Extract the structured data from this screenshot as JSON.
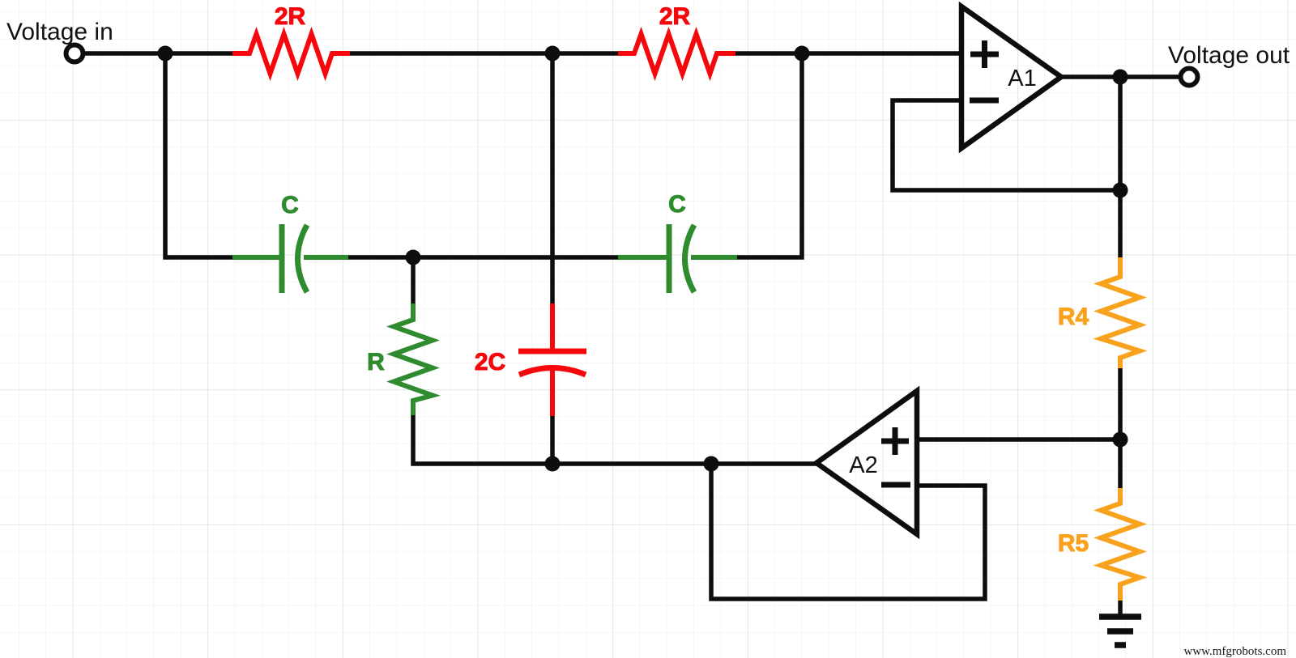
{
  "labels": {
    "voltage_in": "Voltage in",
    "voltage_out": "Voltage out"
  },
  "components": {
    "r1": {
      "label": "2R",
      "type": "resistor",
      "color": "#f6070b"
    },
    "r2": {
      "label": "2R",
      "type": "resistor",
      "color": "#f6070b"
    },
    "c1": {
      "label": "C",
      "type": "capacitor",
      "color": "#2e8b2e"
    },
    "c2": {
      "label": "C",
      "type": "capacitor",
      "color": "#2e8b2e"
    },
    "r3": {
      "label": "R",
      "type": "resistor",
      "color": "#2e8b2e"
    },
    "c3": {
      "label": "2C",
      "type": "capacitor",
      "color": "#f6070b"
    },
    "r4": {
      "label": "R4",
      "type": "resistor",
      "color": "#f9a21d"
    },
    "r5": {
      "label": "R5",
      "type": "resistor",
      "color": "#f9a21d"
    },
    "a1": {
      "label": "A1",
      "type": "op-amp",
      "plus": "+",
      "minus": "−"
    },
    "a2": {
      "label": "A2",
      "type": "op-amp",
      "plus": "+",
      "minus": "−"
    }
  },
  "icons": {
    "plus": "+",
    "minus": "−",
    "ground": "earth-ground",
    "terminal": "open-circle"
  },
  "watermark": {
    "text": "www.mfgrobots.com"
  },
  "colors": {
    "background": "#ffffff",
    "wire": "#0d0d0d",
    "grid_minor": "#ededed",
    "grid_major": "#dbdbdb"
  }
}
